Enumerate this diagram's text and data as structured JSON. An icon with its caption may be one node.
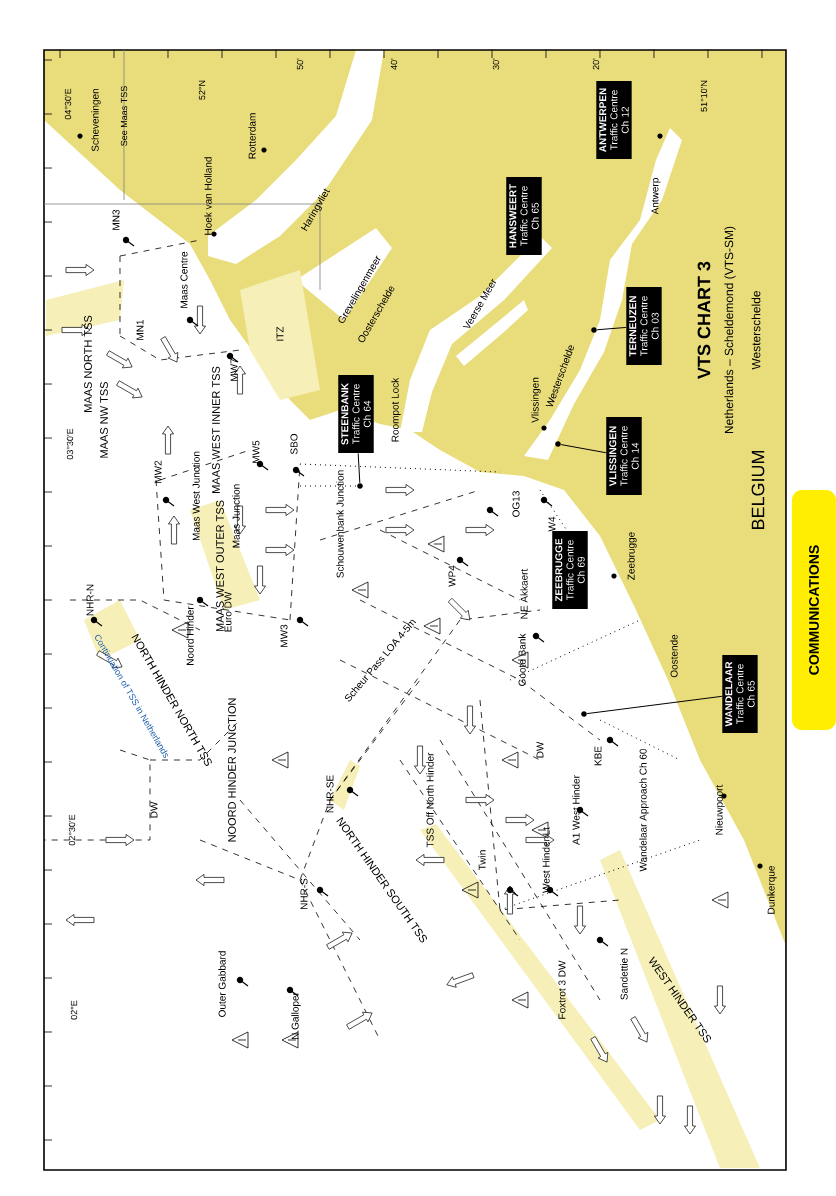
{
  "diagram": {
    "title": "VTS CHART 3",
    "nodes": [
      {
        "text": [
          "ANTWERPEN",
          "Traffic Centre Ch 12"
        ]
      },
      {
        "text": [
          "HANSWEERT",
          "Traffic Centre Ch 65"
        ]
      },
      {
        "text": [
          "TERNEUZEN",
          "Traffic Centre Ch 03"
        ]
      },
      {
        "text": [
          "STEENBANK",
          "Traffic Centre Ch 64"
        ]
      },
      {
        "text": [
          "VLISSINGEN",
          "Traffic Centre Ch 14"
        ]
      },
      {
        "text": [
          "ZEEBRUGGE",
          "Traffic Centre Ch 69"
        ]
      },
      {
        "text": [
          "WANDELAAR",
          "Traffic Centre Ch 65"
        ]
      },
      {
        "text": [
          "COMMUNICATIONS"
        ]
      },
      {
        "text": [],
        "shape": "circle"
      },
      {
        "text": [],
        "shape": "circle"
      },
      {
        "text": [],
        "shape": "circle"
      },
      {
        "text": [],
        "shape": "circle"
      }
    ],
    "edges": [
      {
        "from": 2,
        "to": 11,
        "arrow": "none"
      },
      {
        "from": 3,
        "to": 8,
        "arrow": "none"
      },
      {
        "from": 4,
        "to": 9,
        "arrow": "none"
      },
      {
        "from": 6,
        "to": 10,
        "arrow": "none"
      }
    ],
    "labels": [
      "04°30'E",
      "03°30'E",
      "02°30'E",
      "02°E",
      "MAAS NORTH TSS",
      "NHR-N",
      "Scheveningen",
      "MAAS NW TSS",
      "MN3",
      "See Maas TSS",
      "Continuation of TSS in Netherlands",
      "MN1",
      "DW",
      "MW2",
      "NORTH HINDER NORTH TSS",
      "Maas Centre",
      "Noord Hinder",
      "Maas West Junction",
      "52°N",
      "Hoek van Holland",
      "MAAS WEST INNER TSS",
      "MAAS WEST OUTER TSS",
      "Outer Gabbard",
      "Euro DW",
      "NOORD HINDER JUNCTION",
      "MW7",
      "Maas Junction",
      "Rotterdam",
      "MW5",
      "ITZ",
      "MW3",
      "SBO",
      "N.Galloper",
      "50'",
      "NHR-S",
      "Haringvliet",
      "NHR-SE",
      "Schouwenbank Junction",
      "Grevelingenmeer",
      "Oosterschelde",
      "Scheur Pass LOA 4-5m",
      "NORTH HINDER SOUTH TSS",
      "40'",
      "Roompot Lock",
      "TSS Off North Hinder",
      "WP4",
      "Veerse Meer",
      "Twin",
      "30'",
      "OG13",
      "Goote Bank",
      "NE Akkaert",
      "Vlissingen",
      "DW",
      "West Hinder Lt",
      "W4",
      "Westerschelde",
      "Foxtrot 3 DW",
      "A1 West Hinder",
      "20'",
      "KBE",
      "Sandettie N",
      "Zeebrugge",
      "Wandelaar Approach Ch 60",
      "Antwerp",
      "Oostende",
      "WEST HINDER TSS",
      "51°10'N",
      "Nieuwpoort",
      "Netherlands – Scheldemond (VTS-SM)",
      "Westerschelde",
      "BELGIUM",
      "Dunkerque"
    ]
  }
}
